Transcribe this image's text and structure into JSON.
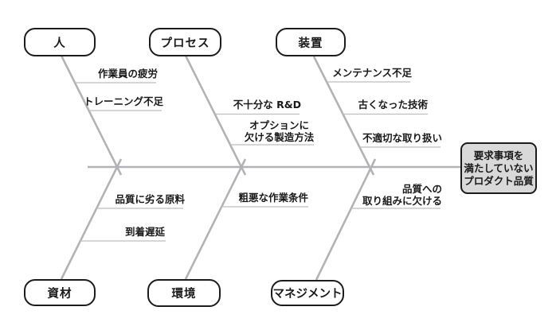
{
  "colors": {
    "background": "#ffffff",
    "line": "#b1b3b6",
    "underline": "#bcbec0",
    "box_border": "#1c1c1c",
    "box_fill": "#ffffff",
    "effect_fill": "#d9d9d9",
    "text": "#1a1a1a"
  },
  "diagram": {
    "type": "fishbone-cause-effect",
    "effect": {
      "label": "要求事項を\n満たしていない\nプロダクト品質"
    },
    "categories": [
      {
        "id": "people",
        "label": "人",
        "side": "top",
        "causes": [
          "作業員の疲労",
          "トレーニング不足"
        ]
      },
      {
        "id": "process",
        "label": "プロセス",
        "side": "top",
        "causes": [
          "不十分な R&D",
          "オプションに\n欠ける製造方法"
        ]
      },
      {
        "id": "equipment",
        "label": "装置",
        "side": "top",
        "causes": [
          "メンテナンス不足",
          "古くなった技術",
          "不適切な取り扱い"
        ]
      },
      {
        "id": "materials",
        "label": "資材",
        "side": "bottom",
        "causes": [
          "品質に劣る原料",
          "到着遅延"
        ]
      },
      {
        "id": "environment",
        "label": "環境",
        "side": "bottom",
        "causes": [
          "粗悪な作業条件"
        ]
      },
      {
        "id": "management",
        "label": "マネジメント",
        "side": "bottom",
        "causes": [
          "品質への\n取り組みに欠ける"
        ]
      }
    ]
  }
}
